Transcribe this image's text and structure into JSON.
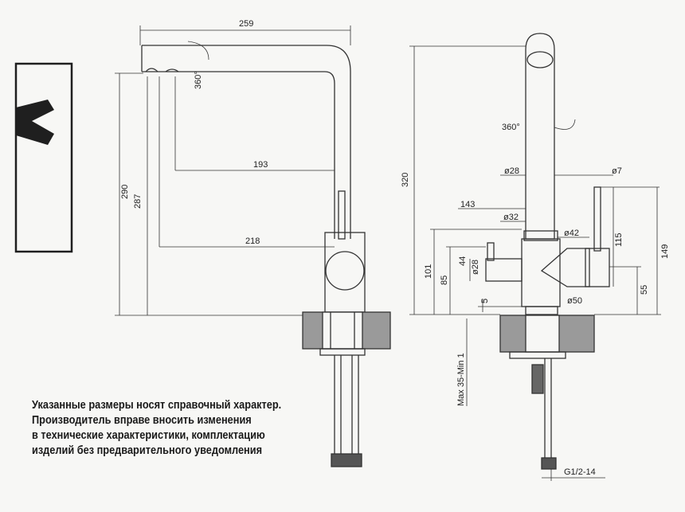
{
  "dimensions_left": {
    "width_total": "259",
    "height_290": "290",
    "height_287": "287",
    "reach_193": "193",
    "reach_218": "218",
    "rotation": "360°"
  },
  "dimensions_right": {
    "height_320": "320",
    "rotation": "360°",
    "spout_dia": "ø28",
    "lever_dia": "ø7",
    "width_143": "143",
    "body_dia_32": "ø32",
    "body_dia_42": "ø42",
    "lever_115": "115",
    "height_149": "149",
    "height_101": "101",
    "height_85": "85",
    "height_44": "44",
    "handle_dia": "ø28",
    "height_55": "55",
    "height_5": "5",
    "base_dia": "ø50",
    "max_mount": "Max 35-Min 1",
    "thread": "G1/2-14"
  },
  "notice": {
    "line1": "Указанные размеры носят справочный характер.",
    "line2": "Производитель вправе вносить изменения",
    "line3": "в технические характеристики, комплектацию",
    "line4": "изделий без предварительного уведомления"
  },
  "colors": {
    "ink": "#1f1f1f",
    "line": "#333333",
    "paper": "#f7f7f5"
  }
}
